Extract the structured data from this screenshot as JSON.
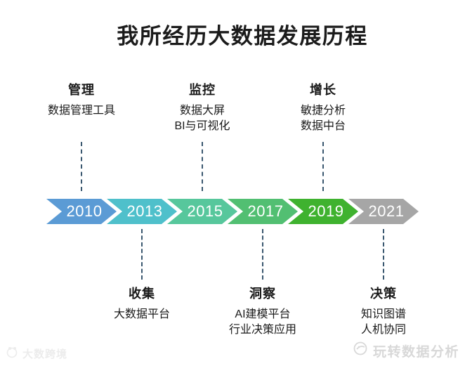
{
  "title": "我所经历大数据发展历程",
  "timeline": {
    "years": [
      {
        "year": "2010",
        "color": "#5B9BD5"
      },
      {
        "year": "2013",
        "color": "#4FC0CB"
      },
      {
        "year": "2015",
        "color": "#57C79C"
      },
      {
        "year": "2017",
        "color": "#52BF72"
      },
      {
        "year": "2019",
        "color": "#3FB22F"
      },
      {
        "year": "2021",
        "color": "#A6A6A6"
      }
    ],
    "milestones_top": [
      {
        "heading": "管理",
        "lines": [
          "数据管理工具"
        ],
        "year": "2010"
      },
      {
        "heading": "监控",
        "lines": [
          "数据大屏",
          "BI与可视化"
        ],
        "year": "2015"
      },
      {
        "heading": "增长",
        "lines": [
          "敏捷分析",
          "数据中台"
        ],
        "year": "2019"
      }
    ],
    "milestones_bottom": [
      {
        "heading": "收集",
        "lines": [
          "大数据平台"
        ],
        "year": "2013"
      },
      {
        "heading": "洞察",
        "lines": [
          "AI建模平台",
          "行业决策应用"
        ],
        "year": "2017"
      },
      {
        "heading": "决策",
        "lines": [
          "知识图谱",
          "人机协同"
        ],
        "year": "2021"
      }
    ]
  },
  "watermarks": {
    "bottom_left": {
      "text": "大数跨境",
      "icon": "panda-logo-icon"
    },
    "bottom_right": {
      "text": "玩转数据分析",
      "icon": "swirl-bird-icon"
    }
  },
  "colors": {
    "connector_line": "#39576F",
    "title_text": "#1B1B1B",
    "year_text": "#FFFFFF"
  }
}
